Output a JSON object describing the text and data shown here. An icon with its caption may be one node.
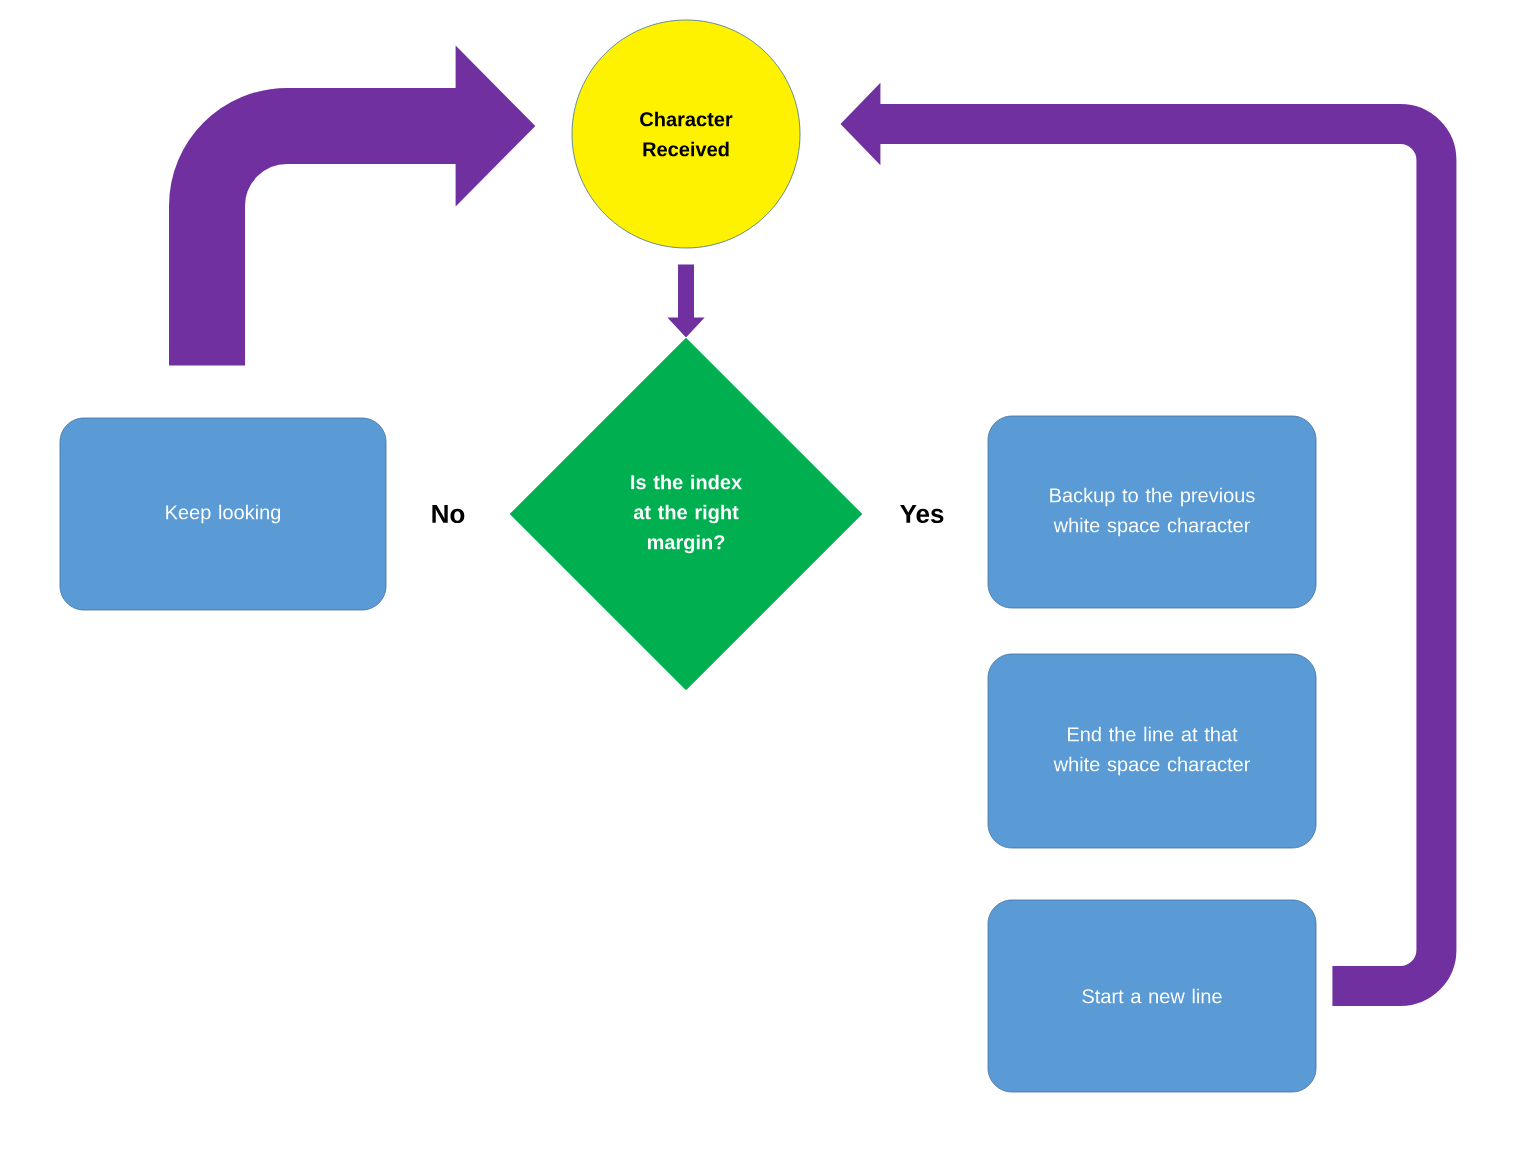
{
  "diagram": {
    "nodes": [
      {
        "text": [
          "Character Received"
        ]
      },
      {
        "text": [
          "Is the index at the right margin?"
        ]
      },
      {
        "text": [
          "Keep looking"
        ]
      },
      {
        "text": [
          "Backup to the previous white space character"
        ]
      },
      {
        "text": [
          "End the line at that white space character"
        ]
      },
      {
        "text": [
          "Start a new line"
        ]
      }
    ],
    "edges": [
      {
        "from": 0,
        "to": 1,
        "arrow": "to"
      },
      {
        "from": 2,
        "to": 0,
        "arrow": "to",
        "style": "thick"
      },
      {
        "from": 5,
        "to": 0,
        "arrow": "to"
      }
    ],
    "labels": [
      "No",
      "Yes"
    ]
  }
}
